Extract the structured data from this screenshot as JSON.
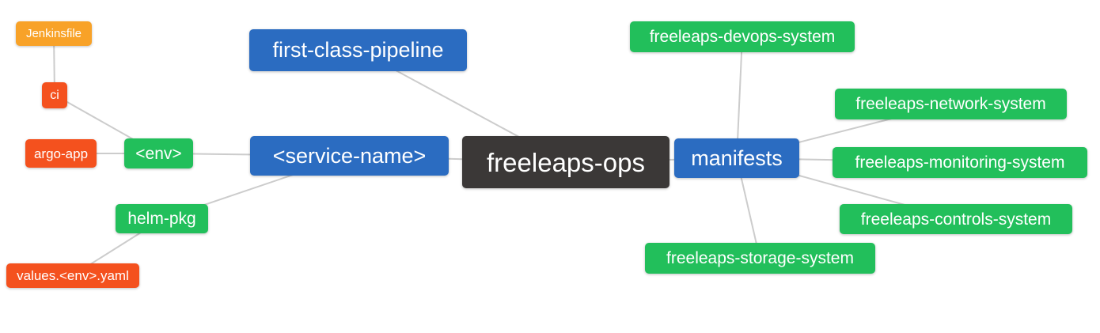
{
  "diagram": {
    "type": "mindmap",
    "root_id": "freeleaps_ops",
    "palette": {
      "root_dark": "#3b3837",
      "branch_blue": "#2b6cc1",
      "leaf_green": "#22bf5b",
      "leaf_red": "#f4511e",
      "leaf_amber": "#f8a228",
      "edge_gray": "#cccccc",
      "text_white": "#ffffff",
      "background": "#ffffff"
    },
    "nodes": {
      "jenkinsfile": {
        "label": "Jenkinsfile",
        "color": "#f8a228"
      },
      "ci": {
        "label": "ci",
        "color": "#f4511e"
      },
      "argo_app": {
        "label": "argo-app",
        "color": "#f4511e"
      },
      "env": {
        "label": "<env>",
        "color": "#22bf5b"
      },
      "helm_pkg": {
        "label": "helm-pkg",
        "color": "#22bf5b"
      },
      "values_env_yaml": {
        "label": "values.<env>.yaml",
        "color": "#f4511e"
      },
      "first_class_pipeline": {
        "label": "first-class-pipeline",
        "color": "#2b6cc1"
      },
      "service_name": {
        "label": "<service-name>",
        "color": "#2b6cc1"
      },
      "freeleaps_ops": {
        "label": "freeleaps-ops",
        "color": "#3b3837"
      },
      "manifests": {
        "label": "manifests",
        "color": "#2b6cc1"
      },
      "devops_system": {
        "label": "freeleaps-devops-system",
        "color": "#22bf5b"
      },
      "network_system": {
        "label": "freeleaps-network-system",
        "color": "#22bf5b"
      },
      "monitoring_system": {
        "label": "freeleaps-monitoring-system",
        "color": "#22bf5b"
      },
      "controls_system": {
        "label": "freeleaps-controls-system",
        "color": "#22bf5b"
      },
      "storage_system": {
        "label": "freeleaps-storage-system",
        "color": "#22bf5b"
      }
    },
    "edges": [
      [
        "jenkinsfile",
        "ci"
      ],
      [
        "ci",
        "env"
      ],
      [
        "argo_app",
        "env"
      ],
      [
        "env",
        "service_name"
      ],
      [
        "helm_pkg",
        "service_name"
      ],
      [
        "values_env_yaml",
        "helm_pkg"
      ],
      [
        "first_class_pipeline",
        "freeleaps_ops"
      ],
      [
        "service_name",
        "freeleaps_ops"
      ],
      [
        "freeleaps_ops",
        "manifests"
      ],
      [
        "manifests",
        "devops_system"
      ],
      [
        "manifests",
        "network_system"
      ],
      [
        "manifests",
        "monitoring_system"
      ],
      [
        "manifests",
        "controls_system"
      ],
      [
        "manifests",
        "storage_system"
      ]
    ]
  }
}
